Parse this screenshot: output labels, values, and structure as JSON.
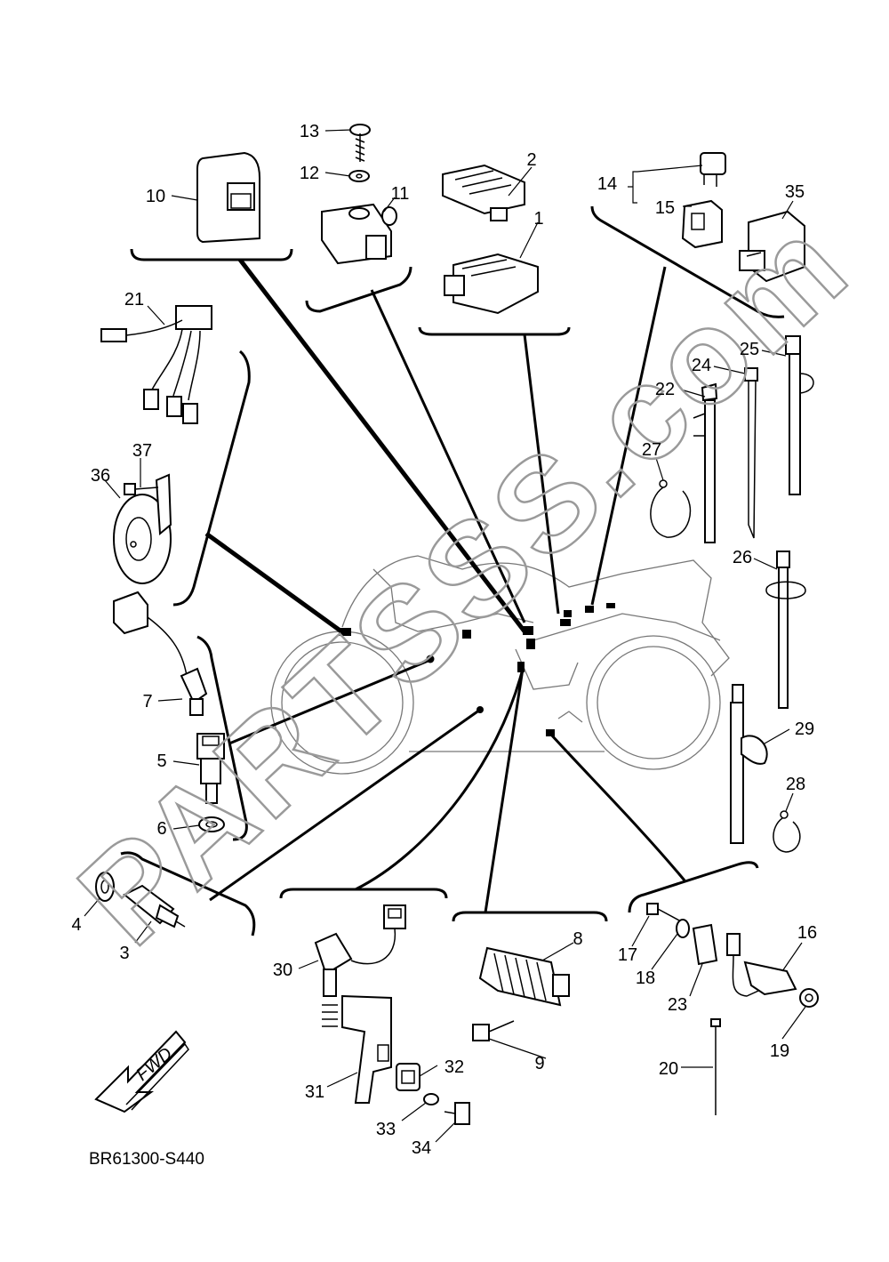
{
  "diagram": {
    "code": "BR61300-S440",
    "direction_label": "FWD",
    "watermark": "PARTSSS.com",
    "callouts": [
      "1",
      "2",
      "3",
      "4",
      "5",
      "6",
      "7",
      "8",
      "9",
      "10",
      "11",
      "12",
      "13",
      "14",
      "15",
      "16",
      "17",
      "18",
      "19",
      "20",
      "21",
      "22",
      "23",
      "24",
      "25",
      "26",
      "27",
      "28",
      "29",
      "30",
      "31",
      "32",
      "33",
      "34",
      "35",
      "36",
      "37"
    ]
  }
}
